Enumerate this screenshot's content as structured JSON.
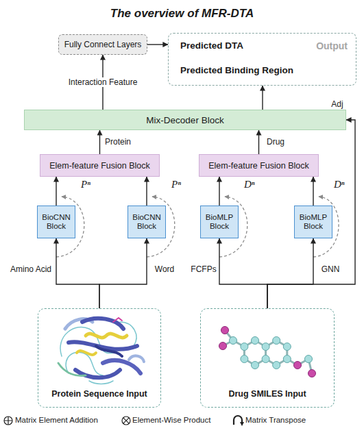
{
  "diagram": {
    "title": "The overview of MFR-DTA",
    "nodes": [
      {
        "text": [
          "Fully Connect Layers"
        ]
      },
      {
        "text": [
          "Predicted DTA",
          "Output",
          "Predicted Binding Region"
        ]
      },
      {
        "text": [
          "Mix-Decoder Block"
        ]
      },
      {
        "text": [
          "Elem-feature Fusion Block"
        ]
      },
      {
        "text": [
          "Elem-feature Fusion Block"
        ]
      },
      {
        "text": [
          "BioCNN Block"
        ]
      },
      {
        "text": [
          "BioCNN Block"
        ]
      },
      {
        "text": [
          "BioMLP Block"
        ]
      },
      {
        "text": [
          "BioMLP Block"
        ]
      },
      {
        "text": [
          "Protein Sequence Input"
        ]
      },
      {
        "text": [
          "Drug SMILES Input"
        ]
      }
    ],
    "edges": [
      {
        "from": 2,
        "to": 0,
        "label": "Interaction Feature",
        "arrow": "to"
      },
      {
        "from": 0,
        "to": 1,
        "arrow": "to"
      },
      {
        "from": 2,
        "to": 1,
        "arrow": "to"
      },
      {
        "from": 3,
        "to": 2,
        "label": "Protein",
        "arrow": "to"
      },
      {
        "from": 4,
        "to": 2,
        "label": "Drug",
        "arrow": "to"
      },
      {
        "from": 5,
        "to": 3,
        "arrow": "to"
      },
      {
        "from": 6,
        "to": 3,
        "arrow": "to"
      },
      {
        "from": 7,
        "to": 4,
        "arrow": "to"
      },
      {
        "from": 8,
        "to": 4,
        "arrow": "to"
      },
      {
        "from": 9,
        "to": 5,
        "label": "Amino Acid",
        "arrow": "to"
      },
      {
        "from": 9,
        "to": 6,
        "label": "Word",
        "arrow": "to"
      },
      {
        "from": 10,
        "to": 7,
        "label": "FCFPs",
        "arrow": "to"
      },
      {
        "from": 10,
        "to": 8,
        "label": "GNN",
        "arrow": "to"
      },
      {
        "from": 10,
        "to": 2,
        "label": "Adj",
        "arrow": "to"
      }
    ],
    "labels": [
      "Pⁿ",
      "Pⁿ",
      "Dⁿ",
      "Dⁿ"
    ],
    "legend": [
      {
        "text": "Matrix Element Addition"
      },
      {
        "text": "Element-Wise Product"
      },
      {
        "text": "Matrix Transpose"
      }
    ]
  }
}
